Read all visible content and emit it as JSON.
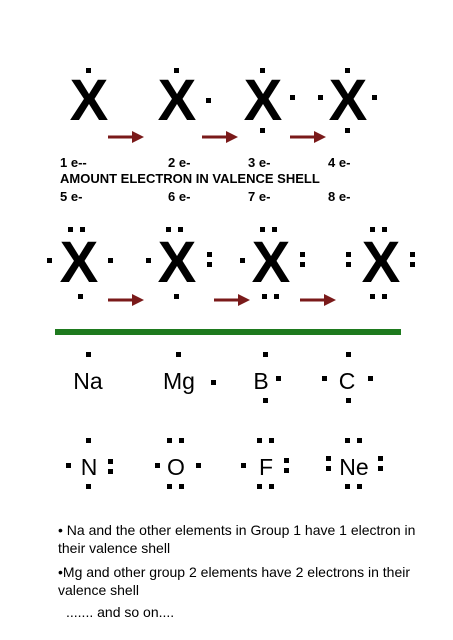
{
  "row1_counts": [
    "1 e--",
    "2 e-",
    "3 e-",
    "4 e-"
  ],
  "heading": "AMOUNT ELECTRON IN VALENCE SHELL",
  "row2_counts": [
    "5 e-",
    "6 e-",
    "7 e-",
    "8 e-"
  ],
  "generic_symbol": "X",
  "elements_row1": [
    "Na",
    "Mg",
    "B",
    "C"
  ],
  "elements_row2": [
    "N",
    "O",
    "F",
    "Ne"
  ],
  "notes": [
    "• Na and the other elements in Group 1 have 1 electron in their valence shell",
    "•Mg and other group 2 elements have 2 electrons in their valence shell",
    "....... and so on...."
  ],
  "colors": {
    "arrow": "#7a1a1a",
    "divider": "#1e7a1e"
  }
}
